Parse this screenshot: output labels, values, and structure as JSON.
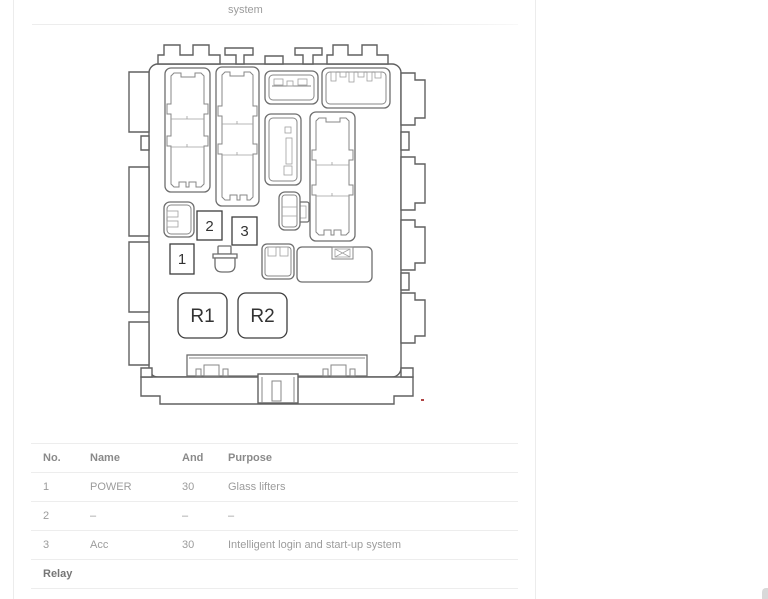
{
  "prev_section": {
    "trailing_text": "system"
  },
  "diagram": {
    "label_1": "1",
    "label_2": "2",
    "label_3": "3",
    "relay_1": "R1",
    "relay_2": "R2"
  },
  "table": {
    "headers": [
      "No.",
      "Name",
      "And",
      "Purpose"
    ],
    "rows": [
      [
        "1",
        "POWER",
        "30",
        "Glass lifters"
      ],
      [
        "2",
        "–",
        "–",
        "–"
      ],
      [
        "3",
        "Acc",
        "30",
        "Intelligent login and start-up system"
      ]
    ],
    "section_label": "Relay"
  },
  "colors": {
    "diagram_line": "#606060",
    "table_border": "#ededed",
    "text_muted": "#9c9c9c",
    "marker_red": "#b04444"
  }
}
